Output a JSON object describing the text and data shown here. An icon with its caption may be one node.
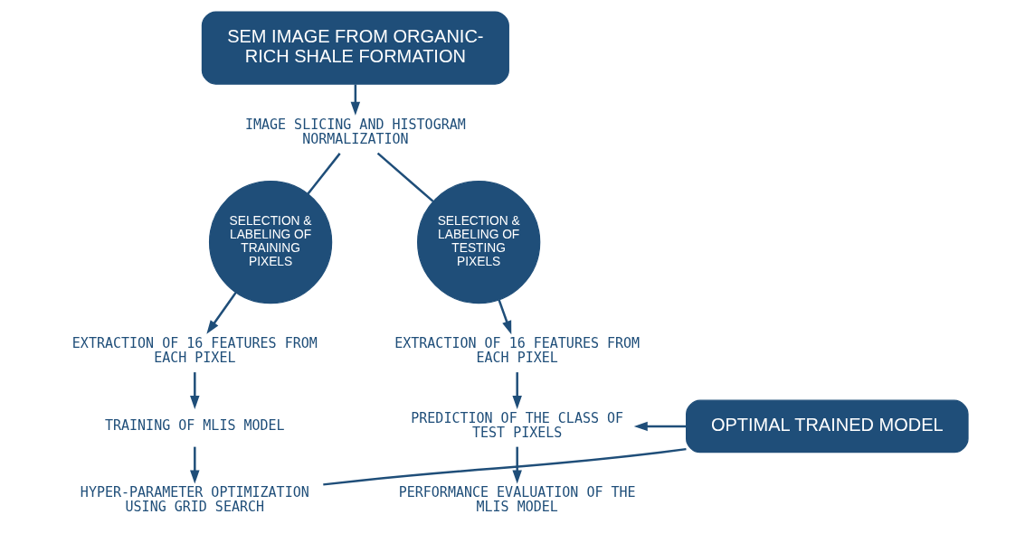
{
  "diagram": {
    "nodes": [
      {
        "text": [
          "SEM IMAGE FROM ORGANIC-RICH SHALE FORMATION"
        ]
      },
      {
        "text": [
          "IMAGE SLICING AND HISTOGRAM NORMALIZATION"
        ]
      },
      {
        "text": [
          "SELECTION & LABELING OF TRAINING PIXELS"
        ]
      },
      {
        "text": [
          "SELECTION & LABELING OF TESTING PIXELS"
        ]
      },
      {
        "text": [
          "EXTRACTION OF 16 FEATURES FROM EACH PIXEL"
        ]
      },
      {
        "text": [
          "TRAINING OF MLIS MODEL"
        ]
      },
      {
        "text": [
          "HYPER-PARAMETER OPTIMIZATION USING GRID SEARCH"
        ]
      },
      {
        "text": [
          "OPTIMAL TRAINED MODEL"
        ]
      },
      {
        "text": [
          "EXTRACTION OF 16 FEATURES FROM EACH PIXEL"
        ]
      },
      {
        "text": [
          "PREDICTION OF THE CLASS OF TEST PIXELS"
        ]
      },
      {
        "text": [
          "PERFORMANCE EVALUATION OF THE MLIS MODEL"
        ]
      }
    ],
    "edges": [
      {
        "from": 0,
        "to": 1,
        "arrow": "to"
      },
      {
        "from": 1,
        "to": 2,
        "arrow": "none"
      },
      {
        "from": 1,
        "to": 3,
        "arrow": "none"
      },
      {
        "from": 2,
        "to": 4,
        "arrow": "to"
      },
      {
        "from": 4,
        "to": 5,
        "arrow": "to"
      },
      {
        "from": 5,
        "to": 6,
        "arrow": "to"
      },
      {
        "from": 6,
        "to": 7,
        "arrow": "none"
      },
      {
        "from": 7,
        "to": 9,
        "arrow": "to"
      },
      {
        "from": 3,
        "to": 8,
        "arrow": "to"
      },
      {
        "from": 8,
        "to": 9,
        "arrow": "to"
      },
      {
        "from": 9,
        "to": 10,
        "arrow": "to"
      }
    ]
  }
}
